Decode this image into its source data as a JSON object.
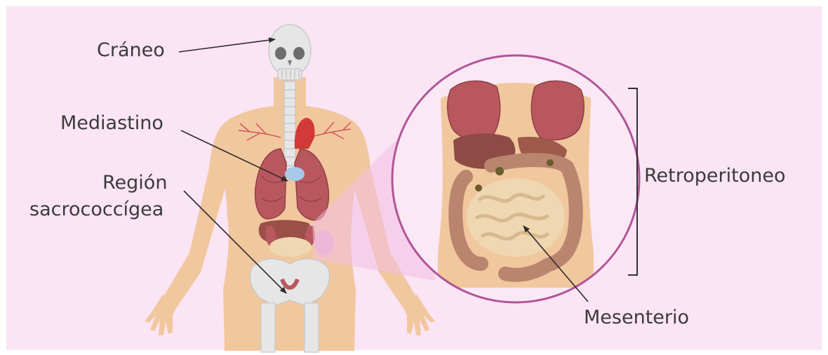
{
  "labels": {
    "craneo": "Cráneo",
    "mediastino": "Mediastino",
    "region_line1": "Región",
    "region_line2": "sacrococcígea",
    "retroperitoneo": "Retroperitoneo",
    "mesenterio": "Mesenterio"
  },
  "colors": {
    "background": "#fbe4f4",
    "skin": "#f1c79e",
    "bone": "#e6e6e6",
    "organ": "#b8585e",
    "intestine": "#efd7b2",
    "colon": "#b9856f",
    "circle_border": "#b05598",
    "text": "#3b3b3b"
  }
}
